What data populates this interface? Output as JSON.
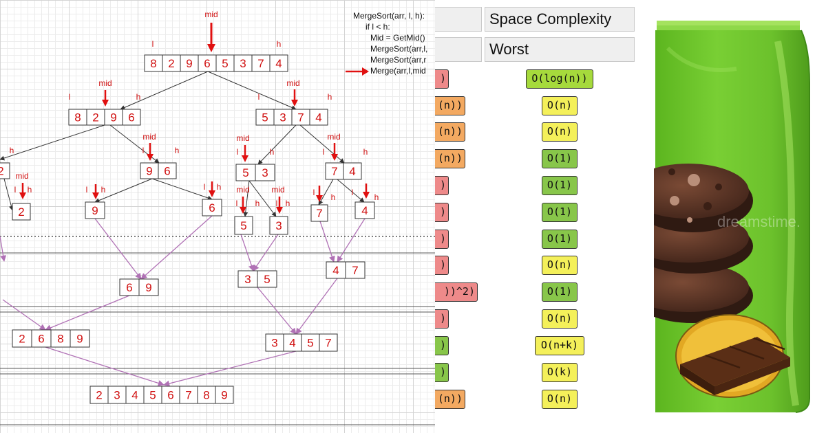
{
  "pseudocode": {
    "lines": [
      "MergeSort(arr, l, h):",
      "if l < h:",
      "Mid = GetMid()",
      "MergeSort(arr,l,",
      "MergeSort(arr,r",
      "Merge(arr,l,mid"
    ]
  },
  "diagram": {
    "nodes": [
      {
        "values": [
          "8",
          "2",
          "9",
          "6",
          "5",
          "3",
          "7",
          "4"
        ]
      },
      {
        "values": [
          "8",
          "2",
          "9",
          "6"
        ]
      },
      {
        "values": [
          "5",
          "3",
          "7",
          "4"
        ]
      },
      {
        "values": [
          "2"
        ]
      },
      {
        "values": [
          "9",
          "6"
        ]
      },
      {
        "values": [
          "5",
          "3"
        ]
      },
      {
        "values": [
          "7",
          "4"
        ]
      },
      {
        "values": [
          "2"
        ]
      },
      {
        "values": [
          "9"
        ]
      },
      {
        "values": [
          "6"
        ]
      },
      {
        "values": [
          "5"
        ]
      },
      {
        "values": [
          "3"
        ]
      },
      {
        "values": [
          "7"
        ]
      },
      {
        "values": [
          "4"
        ]
      },
      {
        "values": [
          "6",
          "9"
        ]
      },
      {
        "values": [
          "3",
          "5"
        ]
      },
      {
        "values": [
          "4",
          "7"
        ]
      },
      {
        "values": [
          "2",
          "6",
          "8",
          "9"
        ]
      },
      {
        "values": [
          "3",
          "4",
          "5",
          "7"
        ]
      },
      {
        "values": [
          "2",
          "3",
          "4",
          "5",
          "6",
          "7",
          "8",
          "9"
        ]
      }
    ],
    "labels": [
      {
        "text": "mid"
      },
      {
        "text": "l"
      },
      {
        "text": "h"
      },
      {
        "text": "mid"
      },
      {
        "text": "l"
      },
      {
        "text": "h"
      },
      {
        "text": "mid"
      },
      {
        "text": "l"
      },
      {
        "text": "h"
      },
      {
        "text": "h"
      },
      {
        "text": "mid"
      },
      {
        "text": "l"
      },
      {
        "text": "h"
      },
      {
        "text": "mid"
      },
      {
        "text": "l"
      },
      {
        "text": "h"
      },
      {
        "text": "mid"
      },
      {
        "text": "l"
      },
      {
        "text": "h"
      },
      {
        "text": "mid"
      },
      {
        "text": "l"
      },
      {
        "text": "h"
      },
      {
        "text": "l"
      },
      {
        "text": "h"
      },
      {
        "text": "l"
      },
      {
        "text": "h"
      },
      {
        "text": "mid"
      },
      {
        "text": "l"
      },
      {
        "text": "h"
      },
      {
        "text": "mid"
      },
      {
        "text": "l"
      },
      {
        "text": "h"
      },
      {
        "text": "l"
      },
      {
        "text": "h"
      },
      {
        "text": "l"
      },
      {
        "text": "h"
      }
    ]
  },
  "complexity_table": {
    "headers": [
      "Space Complexity",
      "Worst"
    ],
    "rows": [
      {
        "left_text": ")",
        "left_color": "red",
        "value": "O(log(n))",
        "color": "lime"
      },
      {
        "left_text": "(n))",
        "left_color": "orange",
        "value": "O(n)",
        "color": "yellow"
      },
      {
        "left_text": "(n))",
        "left_color": "orange",
        "value": "O(n)",
        "color": "yellow"
      },
      {
        "left_text": "(n))",
        "left_color": "orange",
        "value": "O(1)",
        "color": "green"
      },
      {
        "left_text": ")",
        "left_color": "red",
        "value": "O(1)",
        "color": "green"
      },
      {
        "left_text": ")",
        "left_color": "red",
        "value": "O(1)",
        "color": "green"
      },
      {
        "left_text": ")",
        "left_color": "red",
        "value": "O(1)",
        "color": "green"
      },
      {
        "left_text": ")",
        "left_color": "red",
        "value": "O(n)",
        "color": "yellow"
      },
      {
        "left_text": "))^2)",
        "left_color": "red",
        "value": "O(1)",
        "color": "green"
      },
      {
        "left_text": ")",
        "left_color": "red",
        "value": "O(n)",
        "color": "yellow"
      },
      {
        "left_text": ")",
        "left_color": "green",
        "value": "O(n+k)",
        "color": "yellow"
      },
      {
        "left_text": ")",
        "left_color": "green",
        "value": "O(k)",
        "color": "yellow"
      },
      {
        "left_text": "(n))",
        "left_color": "orange",
        "value": "O(n)",
        "color": "yellow"
      }
    ]
  },
  "cookie_bag": {
    "watermark": "dreamstime."
  },
  "colors": {
    "accent_red": "#e01010",
    "merge_arrow": "#b071b5",
    "bag_green": "#6cc12c",
    "cookie_brown": "#5a3526",
    "chocolate": "#7a4626",
    "label_gold": "#e2a823"
  }
}
